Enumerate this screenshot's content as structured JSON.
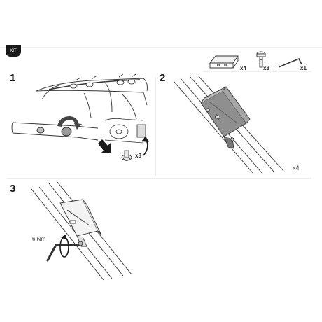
{
  "header": {
    "kit_label": "KIT"
  },
  "kit_parts": [
    {
      "icon": "bracket-icon",
      "count": "x4"
    },
    {
      "icon": "bolt-icon",
      "count": "x8"
    },
    {
      "icon": "hex-key-icon",
      "count": "x1"
    }
  ],
  "steps": [
    {
      "number": "1",
      "screw_count": "x8"
    },
    {
      "number": "2",
      "multiplier": "x4"
    },
    {
      "number": "3",
      "torque": "6 Nm"
    }
  ]
}
